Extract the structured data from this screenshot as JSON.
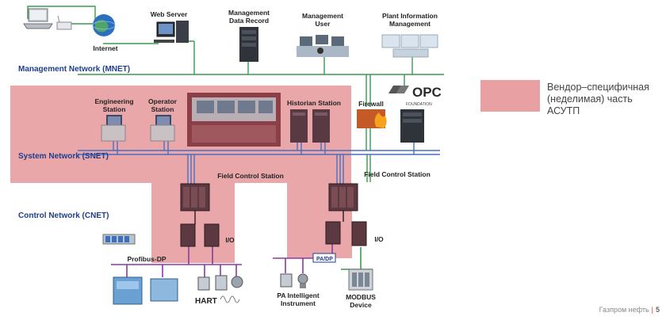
{
  "networks": {
    "mnet": "Management Network (MNET)",
    "snet": "System Network (SNET)",
    "cnet": "Control Network (CNET)"
  },
  "nodes": {
    "internet": "Internet",
    "web_server": "Web Server",
    "mgmt_data_record": "Management\nData Record",
    "mgmt_user": "Management\nUser",
    "plant_info": "Plant Information\nManagement",
    "eng_station": "Engineering\nStation",
    "op_station": "Operator\nStation",
    "historian": "Historian Station",
    "firewall": "Firewall",
    "fcs_left": "Field Control Station",
    "fcs_right": "Field Control Station",
    "io_left": "I/O",
    "io_right": "I/O",
    "profibus": "Profibus-DP",
    "pa_dp": "PA/DP",
    "hart": "HART",
    "pa_instrument": "PA Intelligent\nInstrument",
    "modbus": "MODBUS\nDevice",
    "opc_logo": "OPC",
    "opc_sub": "FOUNDATION"
  },
  "legend": {
    "text": "Вендор–специфичная\n(неделимая) часть\nАСУТП",
    "color": "#e8a0a3"
  },
  "footer": {
    "brand": "Газпром нефть",
    "separator": "|",
    "page": "5"
  },
  "colors": {
    "vendor_region": "#e8a0a3",
    "mnet_line": "#3a9a50",
    "snet_line": "#4a6fc0",
    "cnet_line": "#8a3aa0",
    "network_label": "#1f3e8c"
  }
}
